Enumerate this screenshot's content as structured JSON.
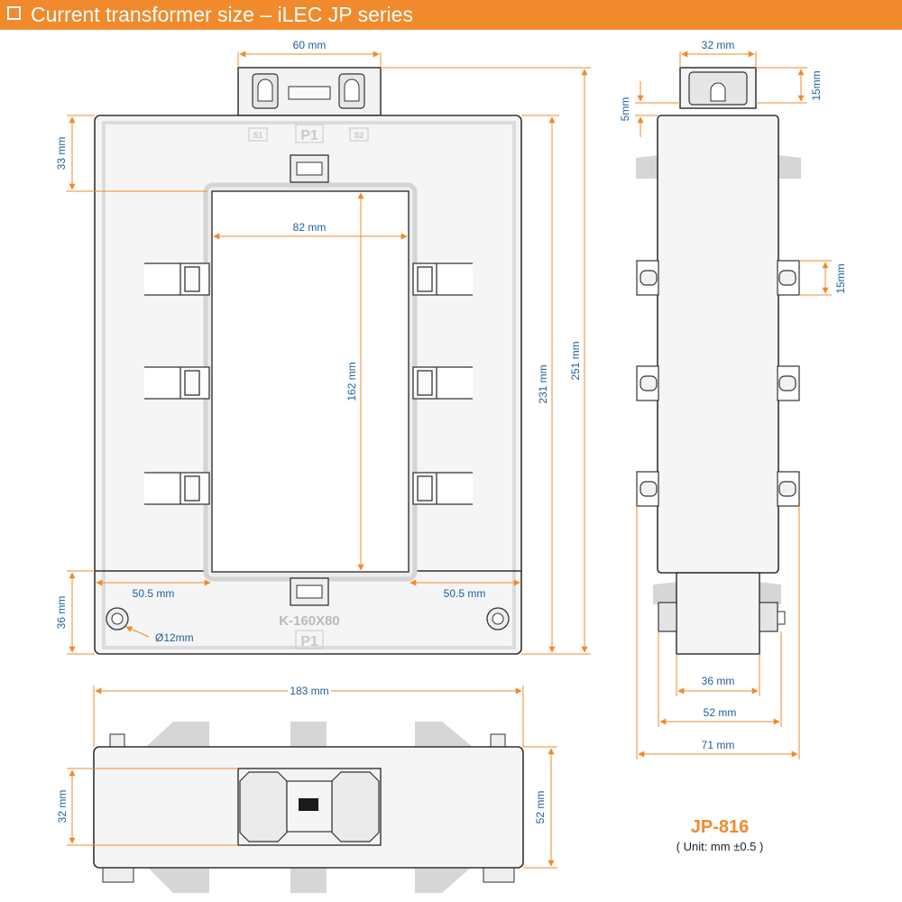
{
  "header": {
    "title": "Current transformer size – iLEC JP series"
  },
  "front_view": {
    "dim_top": "60 mm",
    "dim_left_top": "33 mm",
    "dim_window_width": "82 mm",
    "dim_window_height": "162 mm",
    "dim_inner_height": "231 mm",
    "dim_total_height": "251 mm",
    "dim_left_gap": "50.5 mm",
    "dim_right_gap": "50.5 mm",
    "dim_base_height": "36 mm",
    "dim_hole": "Ø12mm",
    "mark_s1": "S1",
    "mark_p1_top": "P1",
    "mark_s2": "S2",
    "model_label": "K-160X80",
    "mark_p1_bottom": "P1"
  },
  "side_view": {
    "dim_top": "32 mm",
    "dim_terminal_height": "15mm",
    "dim_gap": "5mm",
    "dim_clip": "15mm",
    "dim_base_36": "36 mm",
    "dim_base_52": "52 mm",
    "dim_base_71": "71 mm"
  },
  "bottom_view": {
    "dim_width": "183 mm",
    "dim_left": "32 mm",
    "dim_right": "52 mm"
  },
  "footer": {
    "model": "JP-816",
    "unit": "( Unit: mm ±0.5 )"
  },
  "colors": {
    "accent": "#f08a2c",
    "dimension_text": "#1f5f9a",
    "outline": "#333333",
    "fill_light": "#f4f4f4",
    "fill_gray": "#d6d6d6"
  }
}
